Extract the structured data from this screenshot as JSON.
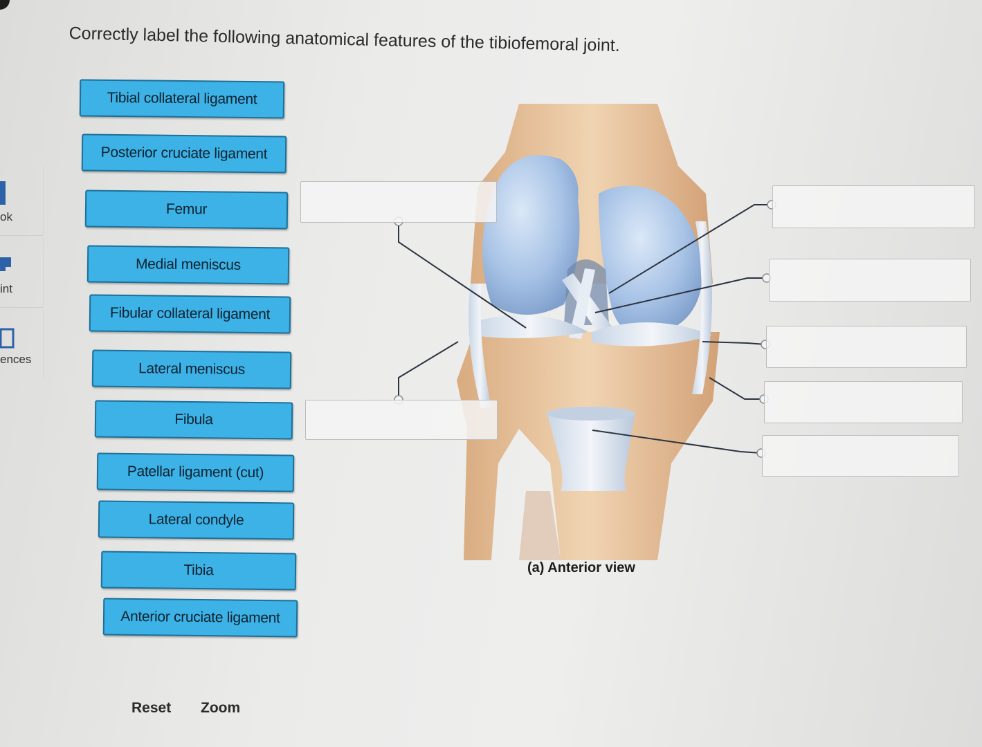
{
  "question": "Correctly label the following anatomical features of the tibiofemoral joint.",
  "sidebar": {
    "items": [
      {
        "label": "ok",
        "icon": "book-icon"
      },
      {
        "label": "int",
        "icon": "print-icon"
      },
      {
        "label": "ences",
        "icon": "references-icon"
      }
    ]
  },
  "labels": [
    "Tibial collateral ligament",
    "Posterior cruciate ligament",
    "Femur",
    "Medial meniscus",
    "Fibular collateral ligament",
    "Lateral meniscus",
    "Fibula",
    "Patellar ligament (cut)",
    "Lateral condyle",
    "Tibia",
    "Anterior cruciate ligament"
  ],
  "figure": {
    "caption": "(a)  Anterior view"
  },
  "buttons": {
    "reset": "Reset",
    "zoom": "Zoom"
  },
  "colors": {
    "chip_fill": "#3cb2e6",
    "chip_border": "#1e6f98",
    "cartilage": "#a9c4e6",
    "bone": "#e9c9a3"
  }
}
